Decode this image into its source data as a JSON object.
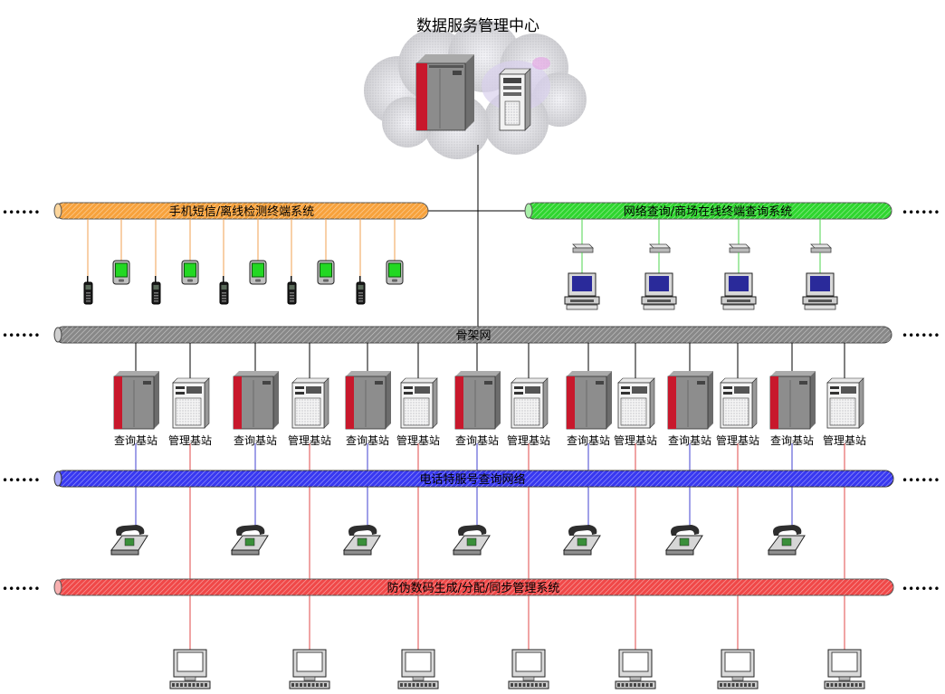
{
  "data_center": {
    "title": "数据服务管理中心"
  },
  "buses": {
    "sms": {
      "label": "手机短信/离线检测终端系统",
      "color": "#f7a23c"
    },
    "web": {
      "label": "网络查询/商场在线终端查询系统",
      "color": "#2fd62f"
    },
    "backbone": {
      "label": "骨架网",
      "color": "#888888"
    },
    "phone": {
      "label": "电话特服号查询网络",
      "color": "#3838f0"
    },
    "anti": {
      "label": "防伪数码生成/分配/同步管理系统",
      "color": "#f04848"
    }
  },
  "station_groups": [
    {
      "query_label": "查询基站",
      "mgmt_label": "管理基站"
    },
    {
      "query_label": "查询基站",
      "mgmt_label": "管理基站"
    },
    {
      "query_label": "查询基站",
      "mgmt_label": "管理基站"
    },
    {
      "query_label": "查询基站",
      "mgmt_label": "管理基站"
    },
    {
      "query_label": "查询基站",
      "mgmt_label": "管理基站"
    },
    {
      "query_label": "查询基站",
      "mgmt_label": "管理基站"
    },
    {
      "query_label": "查询基站",
      "mgmt_label": "管理基站"
    }
  ],
  "continuation_marker": "••••••",
  "icons": {
    "mobile": "mobile-phone-icon",
    "pda": "pda-icon",
    "switch": "network-switch-icon",
    "pc": "desktop-computer-icon",
    "rack": "rack-server-icon",
    "tower": "tower-server-icon",
    "telephone": "telephone-icon",
    "terminal": "terminal-computer-icon"
  }
}
